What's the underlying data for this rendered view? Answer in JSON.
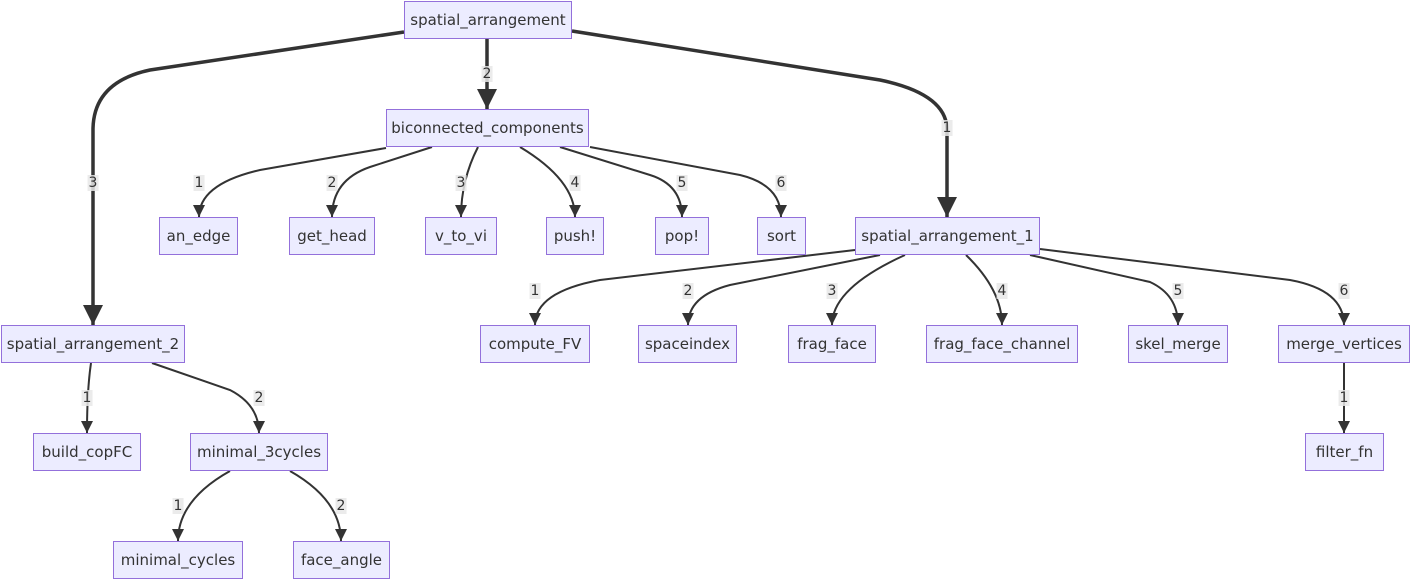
{
  "colors": {
    "node_fill": "#ECECFF",
    "node_stroke": "#9370DB",
    "edge": "#333333",
    "label_bg": "#E8E8E8"
  },
  "nodes": [
    {
      "id": "sa",
      "label": "spatial_arrangement"
    },
    {
      "id": "bc",
      "label": "biconnected_components"
    },
    {
      "id": "an_edge",
      "label": "an_edge"
    },
    {
      "id": "get_head",
      "label": "get_head"
    },
    {
      "id": "v_to_vi",
      "label": "v_to_vi"
    },
    {
      "id": "push",
      "label": "push!"
    },
    {
      "id": "pop",
      "label": "pop!"
    },
    {
      "id": "sort",
      "label": "sort"
    },
    {
      "id": "sa1",
      "label": "spatial_arrangement_1"
    },
    {
      "id": "sa2",
      "label": "spatial_arrangement_2"
    },
    {
      "id": "compute_fv",
      "label": "compute_FV"
    },
    {
      "id": "spaceindex",
      "label": "spaceindex"
    },
    {
      "id": "frag_face",
      "label": "frag_face"
    },
    {
      "id": "frag_face_channel",
      "label": "frag_face_channel"
    },
    {
      "id": "skel_merge",
      "label": "skel_merge"
    },
    {
      "id": "merge_vertices",
      "label": "merge_vertices"
    },
    {
      "id": "build_copfc",
      "label": "build_copFC"
    },
    {
      "id": "minimal_3cycles",
      "label": "minimal_3cycles"
    },
    {
      "id": "filter_fn",
      "label": "filter_fn"
    },
    {
      "id": "minimal_cycles",
      "label": "minimal_cycles"
    },
    {
      "id": "face_angle",
      "label": "face_angle"
    }
  ],
  "edges": [
    {
      "from": "sa",
      "to": "sa2",
      "label": "3",
      "thick": true
    },
    {
      "from": "sa",
      "to": "bc",
      "label": "2",
      "thick": true
    },
    {
      "from": "sa",
      "to": "sa1",
      "label": "1",
      "thick": true
    },
    {
      "from": "bc",
      "to": "an_edge",
      "label": "1"
    },
    {
      "from": "bc",
      "to": "get_head",
      "label": "2"
    },
    {
      "from": "bc",
      "to": "v_to_vi",
      "label": "3"
    },
    {
      "from": "bc",
      "to": "push",
      "label": "4"
    },
    {
      "from": "bc",
      "to": "pop",
      "label": "5"
    },
    {
      "from": "bc",
      "to": "sort",
      "label": "6"
    },
    {
      "from": "sa1",
      "to": "compute_fv",
      "label": "1"
    },
    {
      "from": "sa1",
      "to": "spaceindex",
      "label": "2"
    },
    {
      "from": "sa1",
      "to": "frag_face",
      "label": "3"
    },
    {
      "from": "sa1",
      "to": "frag_face_channel",
      "label": "4"
    },
    {
      "from": "sa1",
      "to": "skel_merge",
      "label": "5"
    },
    {
      "from": "sa1",
      "to": "merge_vertices",
      "label": "6"
    },
    {
      "from": "merge_vertices",
      "to": "filter_fn",
      "label": "1"
    },
    {
      "from": "sa2",
      "to": "build_copfc",
      "label": "1"
    },
    {
      "from": "sa2",
      "to": "minimal_3cycles",
      "label": "2"
    },
    {
      "from": "minimal_3cycles",
      "to": "minimal_cycles",
      "label": "1"
    },
    {
      "from": "minimal_3cycles",
      "to": "face_angle",
      "label": "2"
    }
  ]
}
